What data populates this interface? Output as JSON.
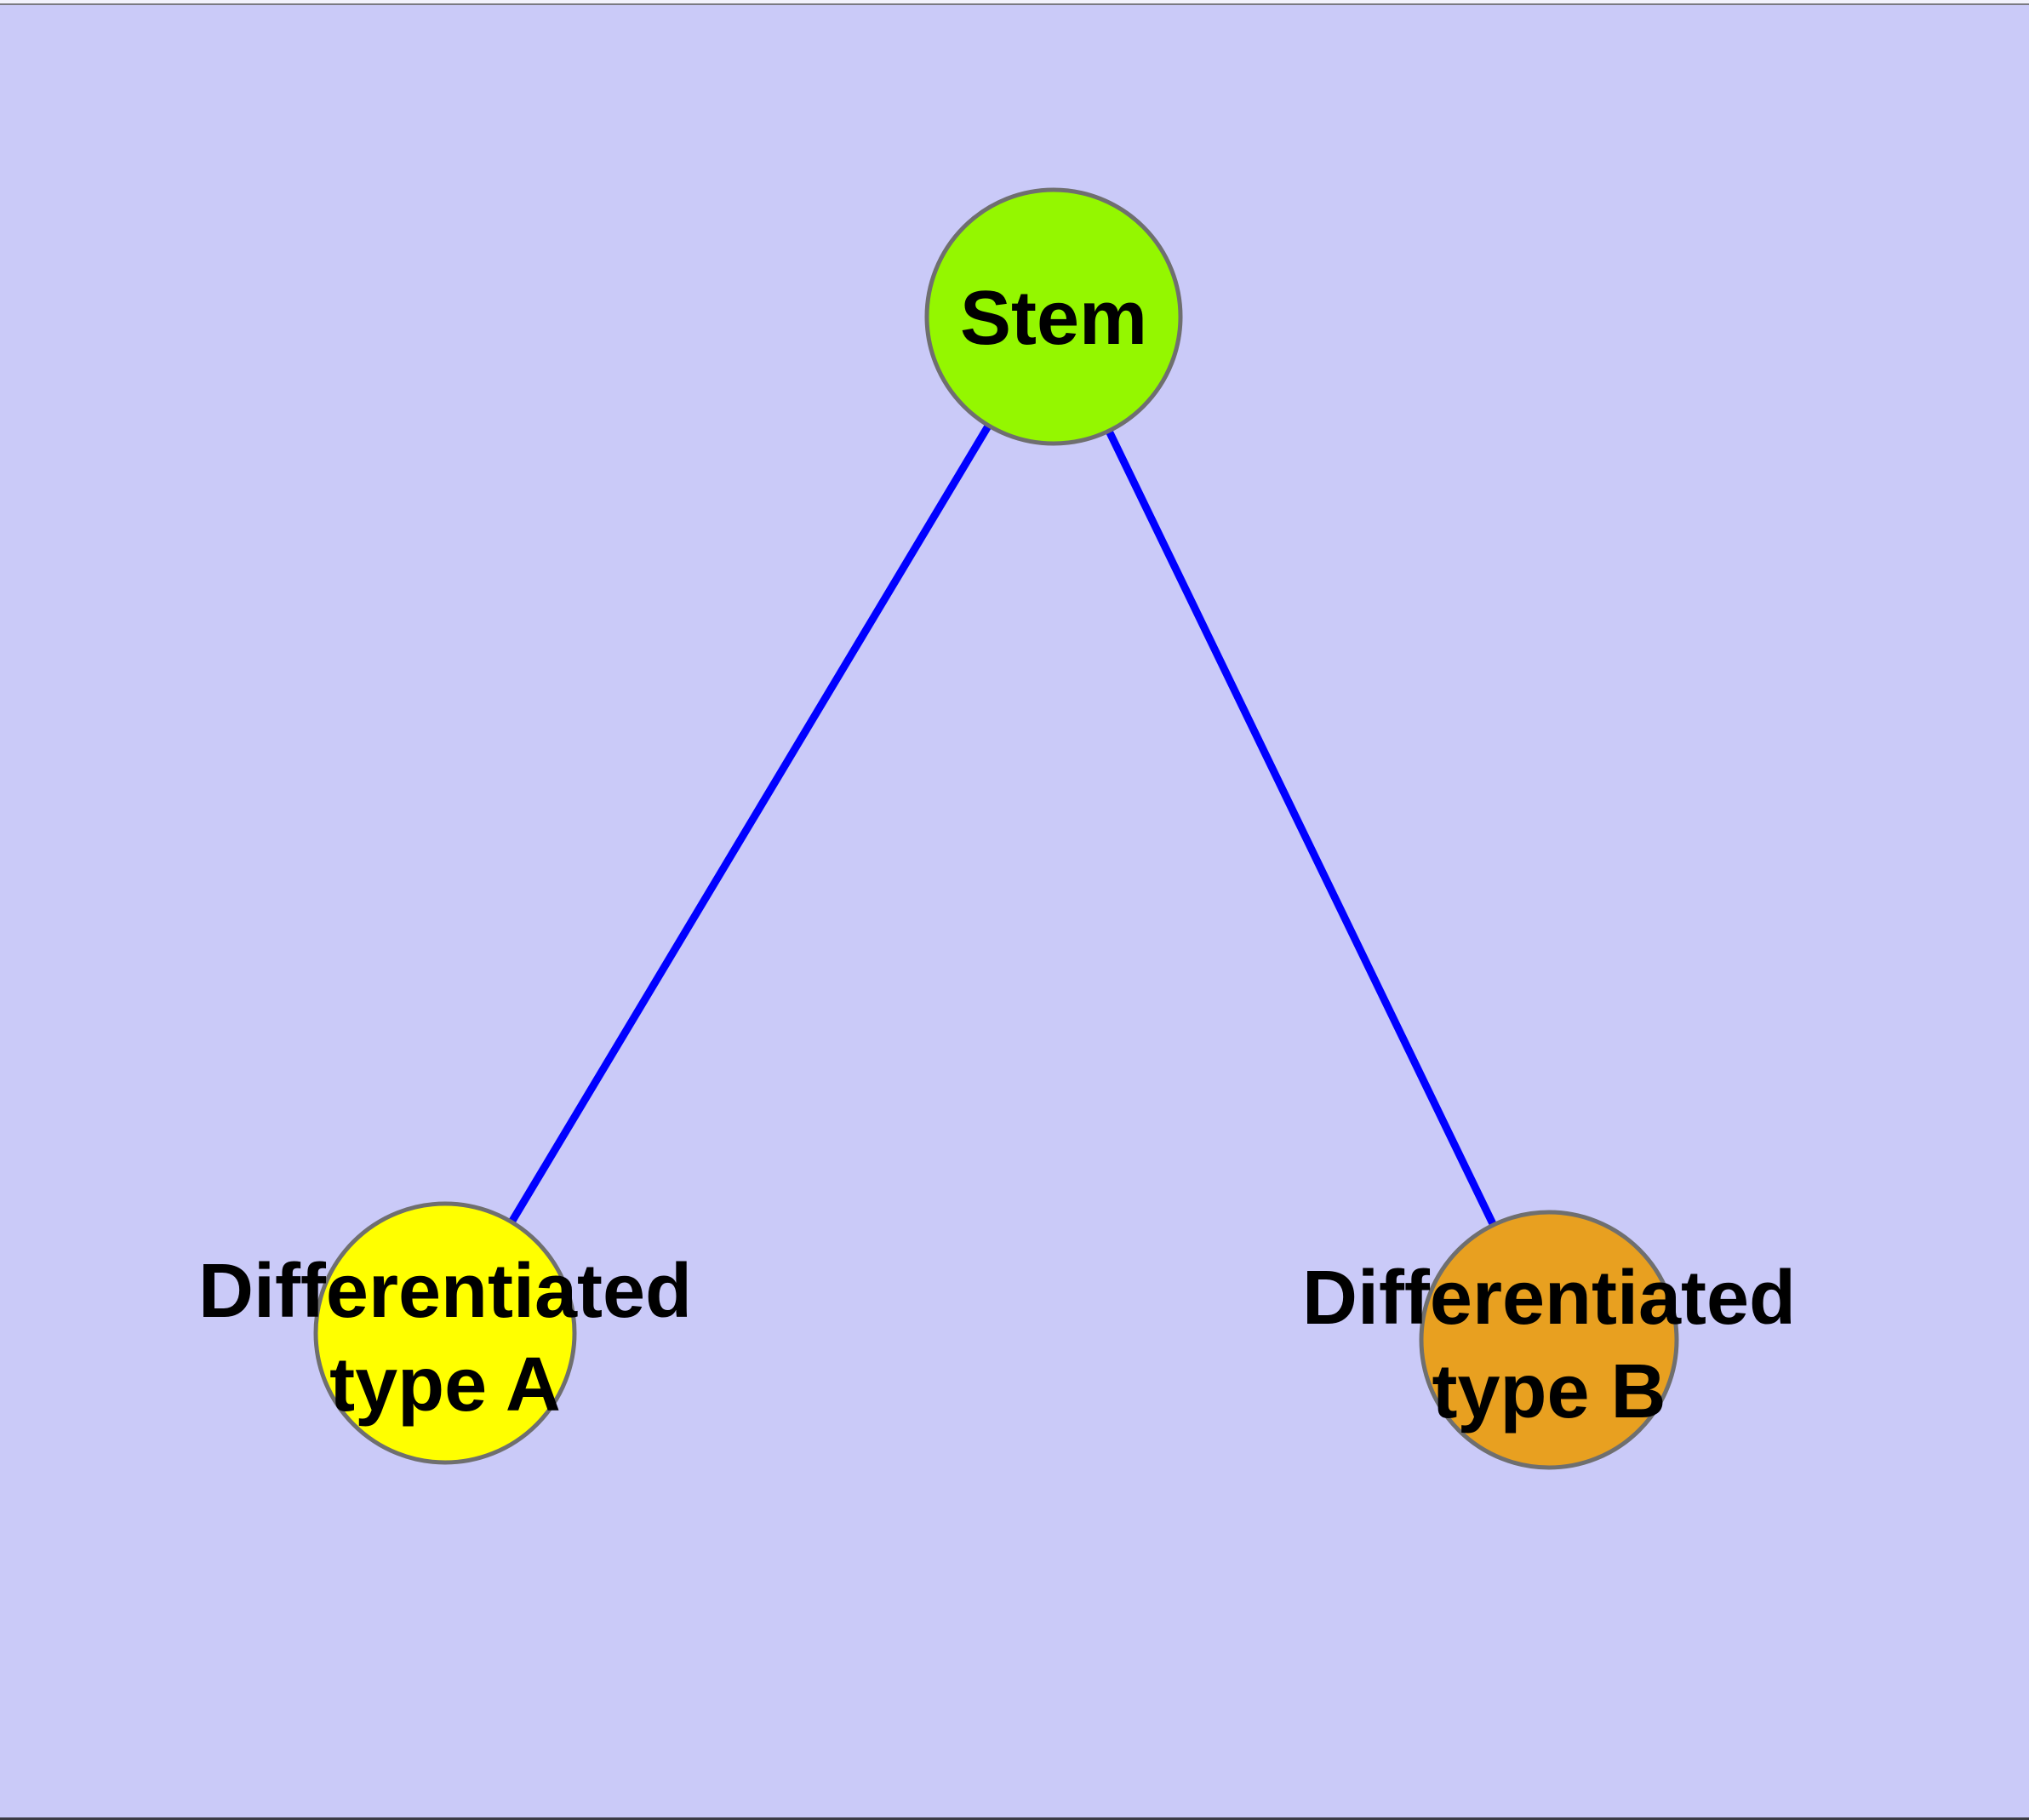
{
  "colors": {
    "background": "#CACAF8",
    "edge": "#0000FF",
    "node_border": "#6F6F6F",
    "label_text": "#000000"
  },
  "nodes": {
    "stem": {
      "label": "Stem",
      "color": "#94F700"
    },
    "type_a": {
      "lines": [
        "Differentiated",
        "type A"
      ],
      "label": "Differentiated type A",
      "color": "#FFFF00"
    },
    "type_b": {
      "lines": [
        "Differentiated",
        "type B"
      ],
      "label": "Differentiated type B",
      "color": "#E8A020"
    }
  },
  "edges": [
    {
      "from": "stem",
      "to": "type_a"
    },
    {
      "from": "stem",
      "to": "type_b"
    }
  ]
}
